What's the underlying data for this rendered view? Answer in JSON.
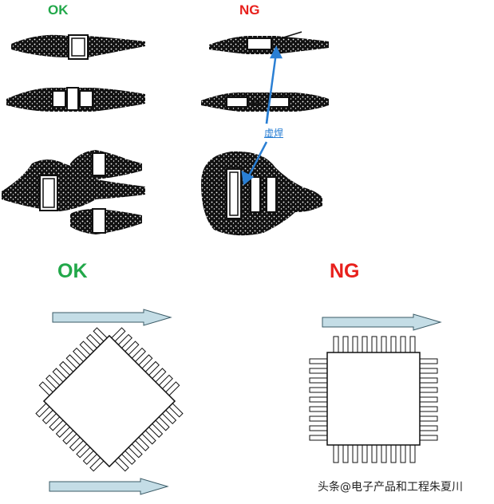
{
  "labels": {
    "top_ok": "OK",
    "top_ng": "NG",
    "bottom_ok": "OK",
    "bottom_ng": "NG"
  },
  "callout": "虚焊",
  "watermark": "头条@电子产品和工程朱夏川",
  "colors": {
    "ok": "#22a84a",
    "ng": "#e8201c",
    "arrow_fill": "#c4dde6",
    "arrow_stroke": "#3a5a66",
    "callout": "#2a7fd4"
  }
}
